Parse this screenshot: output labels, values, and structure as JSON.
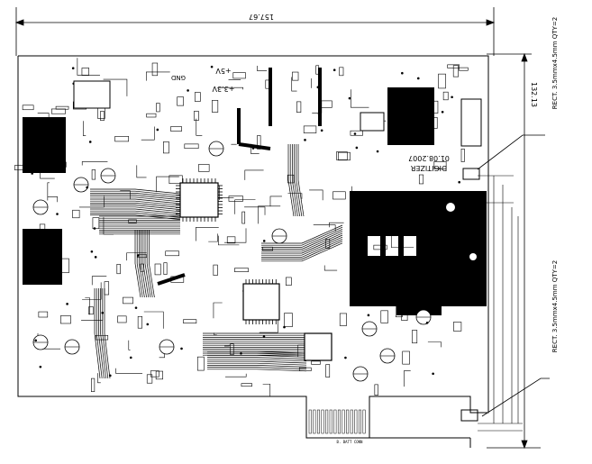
{
  "dimensions": {
    "width_label": "157.67",
    "height_label": "132.13"
  },
  "board_text": {
    "plus5v": "+5V",
    "plus3v3": "+3.3V",
    "gnd": "GND",
    "digitizer": "DIGITIZER",
    "date": "01.08.2007",
    "bottom_connector": "B. BATT CONN"
  },
  "notes": {
    "rect_top": "RECT. 3.5mmx4.5mm QTY=2",
    "rect_bottom": "RECT. 3.5mmx4.5mm QTY=2"
  },
  "colors": {
    "ink": "#000000",
    "paper": "#ffffff"
  }
}
